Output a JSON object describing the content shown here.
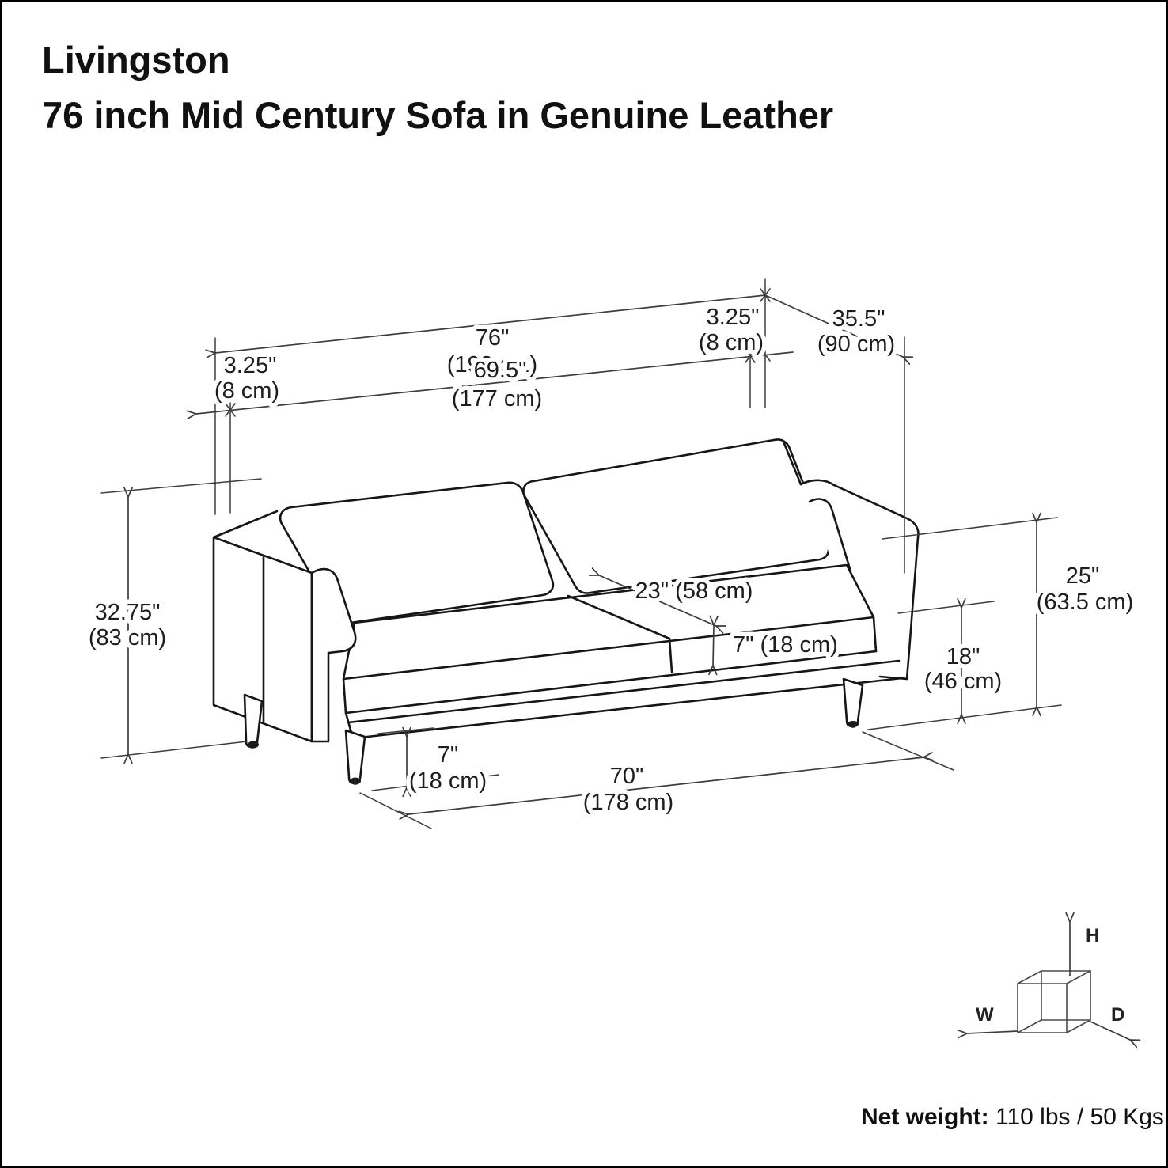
{
  "title": {
    "brand": "Livingston",
    "product": "76 inch Mid Century Sofa in Genuine Leather"
  },
  "dims": {
    "overall_width": {
      "in": "76\"",
      "cm": "(193 cm)"
    },
    "back_gap_left": {
      "in": "3.25\"",
      "cm": "(8 cm)"
    },
    "back_gap_right": {
      "in": "3.25\"",
      "cm": "(8 cm)"
    },
    "overall_depth": {
      "in": "35.5\"",
      "cm": "(90 cm)"
    },
    "inner_width": {
      "in": "69.5\"",
      "cm": "(177 cm)"
    },
    "overall_height": {
      "in": "32.75\"",
      "cm": "(83 cm)"
    },
    "seat_depth": {
      "combined": "23\" (58 cm)"
    },
    "cushion_thickness": {
      "combined": "7\" (18 cm)"
    },
    "arm_height": {
      "in": "25\"",
      "cm": "(63.5 cm)"
    },
    "seat_height": {
      "in": "18\"",
      "cm": "(46 cm)"
    },
    "leg_height": {
      "in": "7\"",
      "cm": "(18 cm)"
    },
    "base_width": {
      "in": "70\"",
      "cm": "(178 cm)"
    }
  },
  "axis_cube": {
    "w": "W",
    "h": "H",
    "d": "D"
  },
  "footer": {
    "net_weight_label": "Net weight:",
    "net_weight_value": " 110 lbs / 50 Kgs"
  },
  "colors": {
    "background": "#ffffff",
    "sofa_outline": "#161616",
    "dimension_line": "#3d3d3d",
    "text": "#1d1d1d"
  }
}
